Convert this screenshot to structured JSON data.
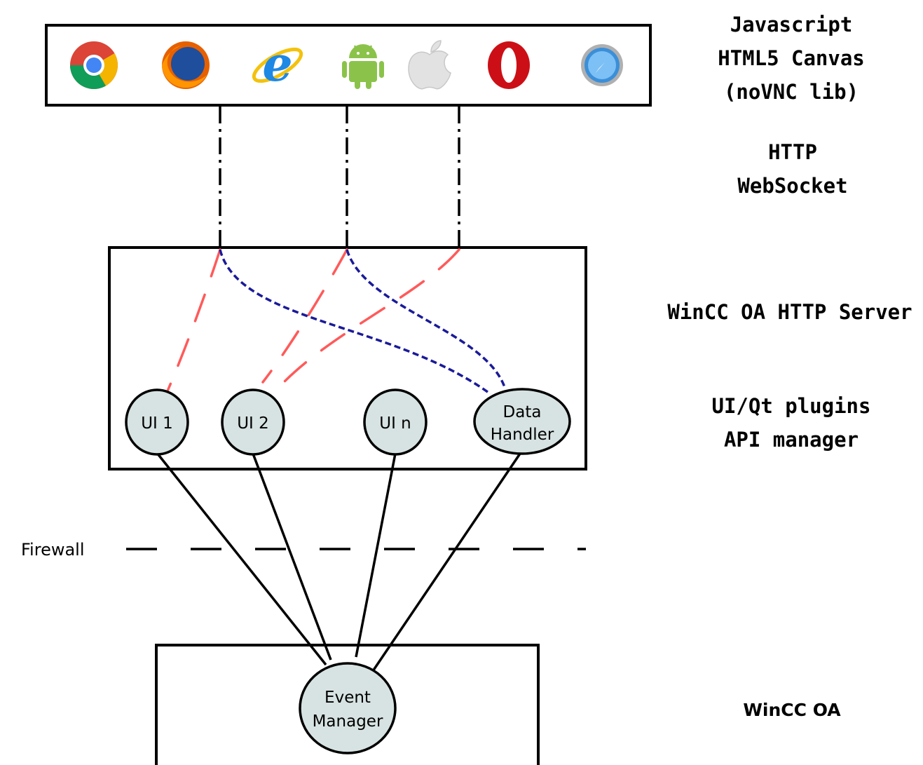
{
  "layers": {
    "browser": [
      "Javascript",
      "HTML5 Canvas",
      "(noVNC lib)"
    ],
    "transport": [
      "HTTP",
      "WebSocket"
    ],
    "server": "WinCC OA HTTP Server",
    "plugins": [
      "UI/Qt plugins",
      "API manager"
    ],
    "core": "WinCC OA"
  },
  "browsers": [
    {
      "name": "chrome-icon"
    },
    {
      "name": "firefox-icon"
    },
    {
      "name": "internet-explorer-icon"
    },
    {
      "name": "android-icon"
    },
    {
      "name": "apple-icon"
    },
    {
      "name": "opera-icon"
    },
    {
      "name": "safari-icon"
    }
  ],
  "nodes": {
    "ui1": "UI 1",
    "ui2": "UI 2",
    "uin": "UI n",
    "data_handler": [
      "Data",
      "Handler"
    ],
    "event_manager": [
      "Event",
      "Manager"
    ]
  },
  "firewall": "Firewall",
  "colors": {
    "node_fill": "#d7e3e2",
    "ui_link": "#ff5a5a",
    "data_link": "#1a1a9a"
  }
}
